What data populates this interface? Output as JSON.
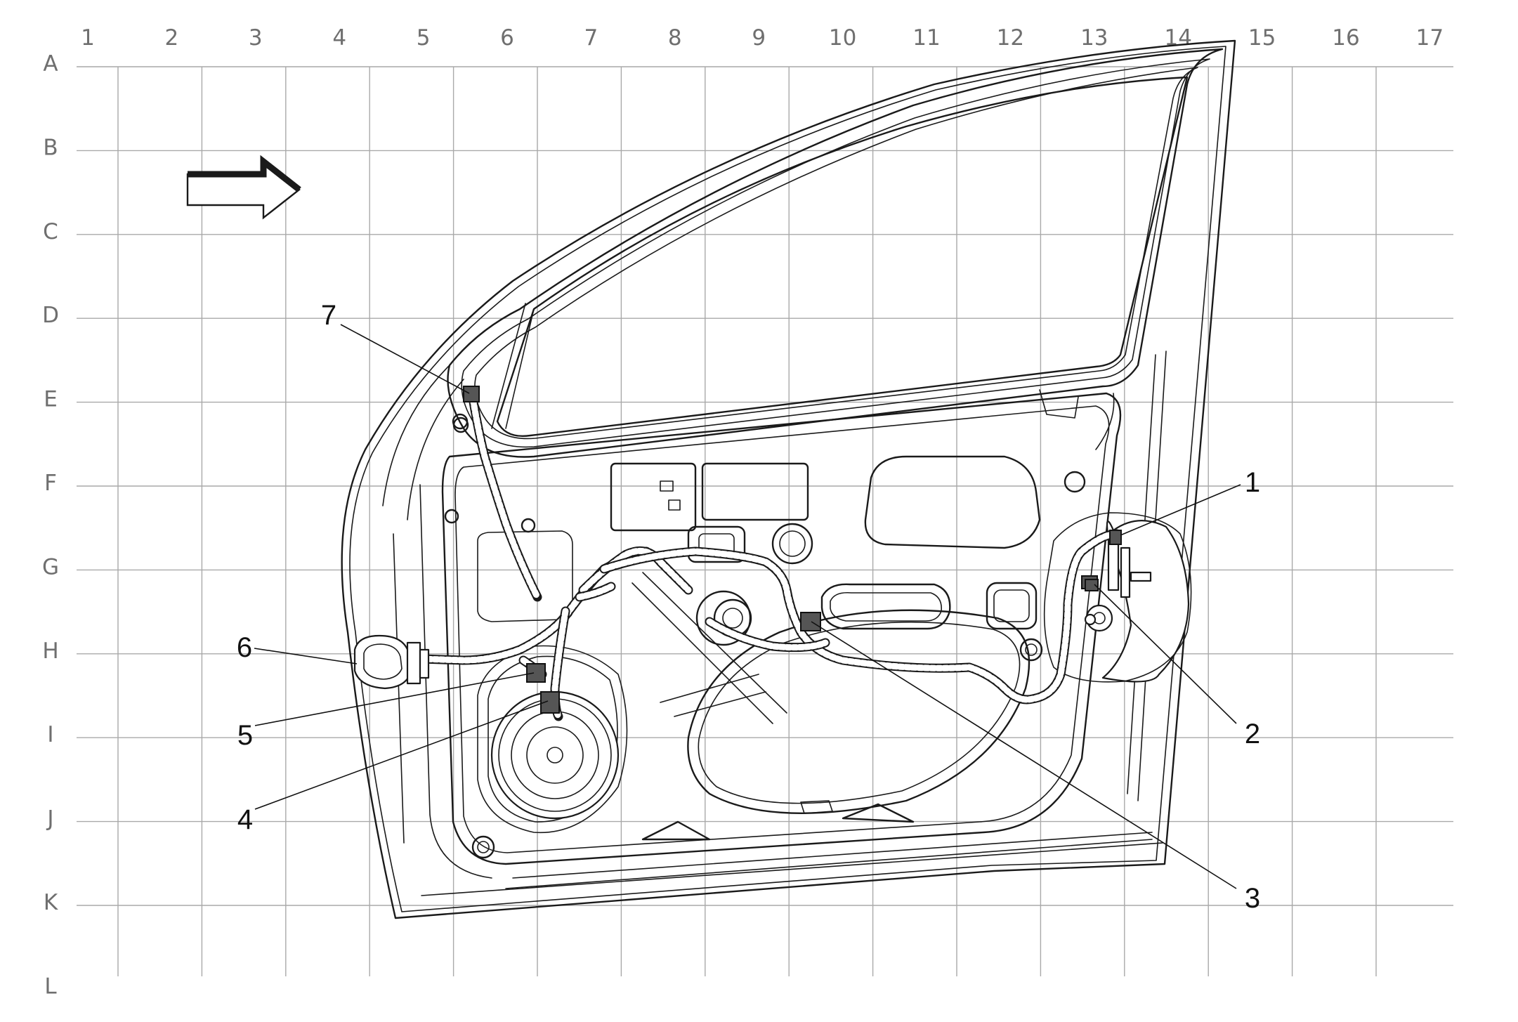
{
  "grid": {
    "columns": [
      "1",
      "2",
      "3",
      "4",
      "5",
      "6",
      "7",
      "8",
      "9",
      "10",
      "11",
      "12",
      "13",
      "14",
      "15",
      "16",
      "17"
    ],
    "rows": [
      "A",
      "B",
      "C",
      "D",
      "E",
      "F",
      "G",
      "H",
      "I",
      "J",
      "K",
      "L"
    ]
  },
  "callouts": [
    {
      "label": "1"
    },
    {
      "label": "2"
    },
    {
      "label": "3"
    },
    {
      "label": "4"
    },
    {
      "label": "5"
    },
    {
      "label": "6"
    },
    {
      "label": "7"
    }
  ],
  "direction_arrow": "forward-arrow-icon",
  "colors": {
    "line": "#1a1a1a",
    "grid": "#a9a9a9",
    "header": "#6f6f6f"
  }
}
